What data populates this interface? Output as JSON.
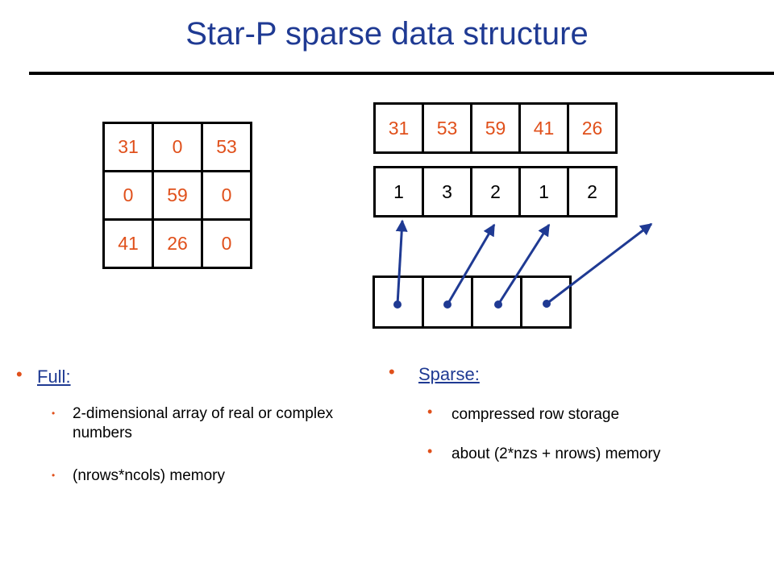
{
  "title": "Star-P sparse data structure",
  "full_matrix": [
    [
      "31",
      "0",
      "53"
    ],
    [
      "0",
      "59",
      "0"
    ],
    [
      "41",
      "26",
      "0"
    ]
  ],
  "values_row": [
    "31",
    "53",
    "59",
    "41",
    "26"
  ],
  "colidx_row": [
    "1",
    "3",
    "2",
    "1",
    "2"
  ],
  "full": {
    "label": "Full:",
    "items": [
      "2-dimensional array of real or complex numbers",
      "(nrows*ncols) memory"
    ]
  },
  "sparse": {
    "label": "Sparse:",
    "items": [
      "compressed row storage",
      "about (2*nzs + nrows) memory"
    ]
  },
  "colors": {
    "title": "#1f3a93",
    "value": "#e0501b",
    "arrow": "#1f3a93"
  },
  "pointer_targets": [
    1,
    3,
    4,
    6
  ]
}
